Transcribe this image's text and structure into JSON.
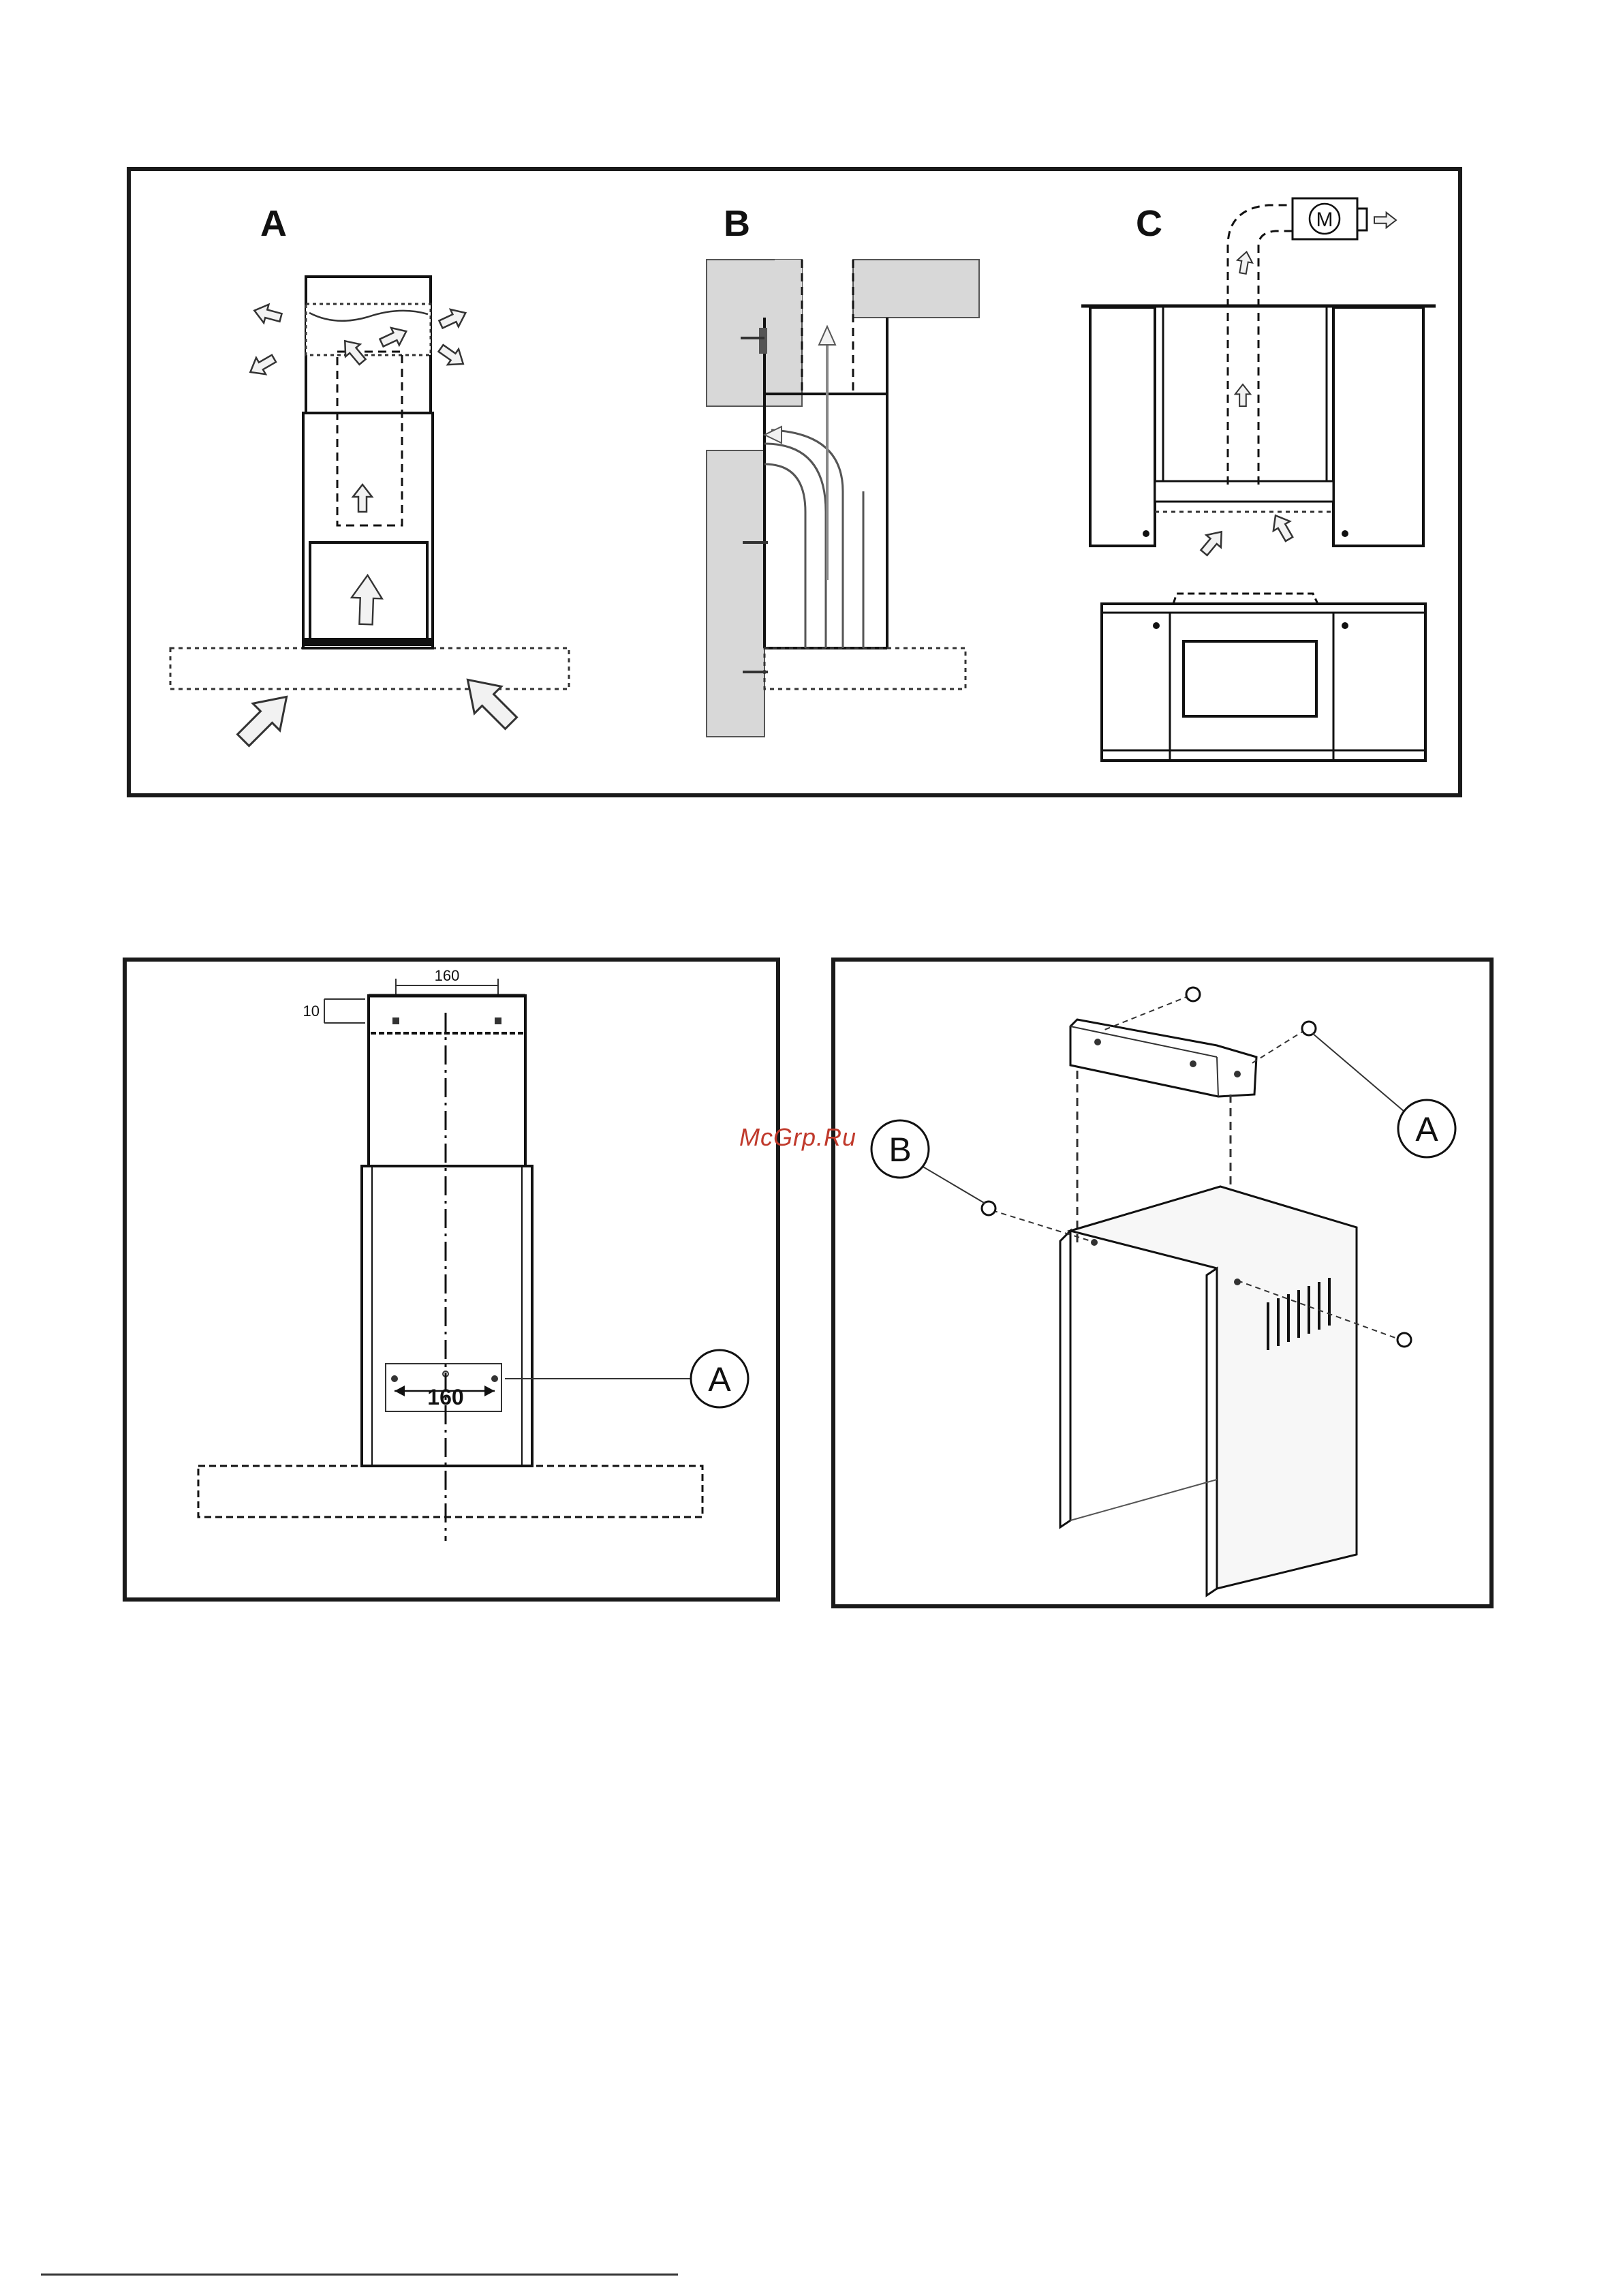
{
  "figures": {
    "top": {
      "labels": [
        "A",
        "B",
        "C"
      ],
      "motor_label": "M"
    },
    "bottom_left": {
      "dim_top": "160",
      "dim_side": "10",
      "dim_bottom": "160",
      "callout": "A"
    },
    "bottom_right": {
      "callout_a": "A",
      "callout_b": "B"
    }
  },
  "watermark": "McGrp.Ru",
  "colors": {
    "line": "#1a1a1a",
    "wall": "#d8d8d8",
    "arrow_fill": "#f2f2f2",
    "watermark": "#c0392b"
  }
}
